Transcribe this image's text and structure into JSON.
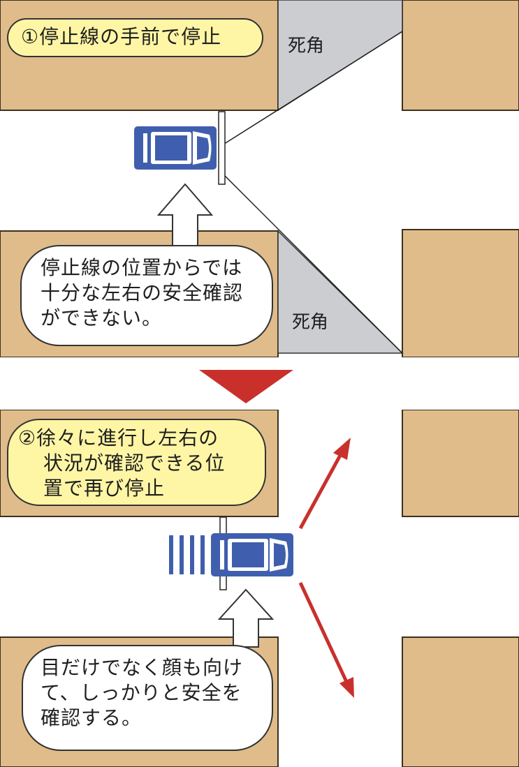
{
  "top": {
    "step_label": "①停止線の手前で停止",
    "blind_spot_top": "死角",
    "blind_spot_bottom": "死角",
    "callout": [
      "停止線の位置からでは",
      "十分な左右の安全確認",
      "ができない。"
    ]
  },
  "bottom": {
    "step_label": [
      "②徐々に進行し左右の",
      "状況が確認できる位",
      "置で再び停止"
    ],
    "callout": [
      "目だけでなく顔も向け",
      "て、しっかりと安全を",
      "確認する。"
    ]
  },
  "colors": {
    "building": "#dfbc8a",
    "building_stroke": "#3c3020",
    "blind_spot": "#cccdd0",
    "car_blue": "#3f5fae",
    "label_yellow": "#fff6a5",
    "transition_arrow": "#c9302c",
    "direction_arrow": "#c9302c"
  },
  "icons": [
    "car-icon",
    "up-arrow-icon",
    "down-arrow-icon",
    "diagonal-arrow-icon",
    "motion-lines-icon"
  ]
}
